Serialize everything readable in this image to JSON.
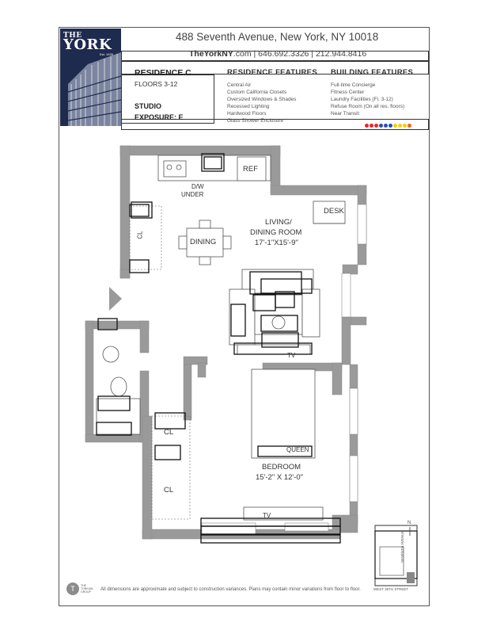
{
  "header": {
    "address": "488 Seventh Avenue, New York, NY 10018",
    "website": "TheYorkNY",
    "website_suffix": ".com",
    "phones": " | 646.692.3326 | 212.944.8416"
  },
  "logo": {
    "the": "THE",
    "name": "YORK",
    "est": "Est. 1926"
  },
  "unit": {
    "title": "RESIDENCE C",
    "floors": "FLOORS  3-12",
    "type": "STUDIO",
    "exposure": "EXPOSURE: E"
  },
  "residence_features": {
    "heading": "RESIDENCE FEATURES",
    "items": [
      "Central Air",
      "Custom California Closets",
      "Oversized Windows & Shades",
      "Recessed Lighting",
      "Hardwood Floors",
      "Glass Shower Enclosure"
    ]
  },
  "building_features": {
    "heading": "BUILDING FEATURES",
    "items": [
      "Full-time Concierge",
      "Fitness Center",
      "Laundry Facilities (Fl. 3-12)",
      "Refuse Room (On all res. floors)",
      "Near Transit:"
    ],
    "transit_colors": [
      "#e8262a",
      "#e8262a",
      "#e8262a",
      "#2850ad",
      "#2850ad",
      "#2850ad",
      "#fccc0a",
      "#fccc0a",
      "#fccc0a",
      "#ff6319"
    ]
  },
  "plan_labels": {
    "ref": "REF",
    "dw": "D/W",
    "under": "UNDER",
    "desk": "DESK",
    "living1": "LIVING/",
    "living2": "DINING ROOM",
    "living_dim": "17'-1\"X15'-9\"",
    "dining": "DINING",
    "cl1": "CL",
    "cl2": "CL",
    "cl3": "CL",
    "tv1": "TV",
    "tv2": "TV",
    "queen": "QUEEN",
    "bedroom": "BEDROOM",
    "bedroom_dim": "15'-2\" X 12'-0\""
  },
  "key_plan": {
    "north": "N",
    "avenue": "SEVENTH AVENUE",
    "street": "WEST 36TH STREET"
  },
  "footer": {
    "disclaimer": "All dimensions are approximate and subject to construction variances. Plans may contain minor variations from floor to floor.",
    "group1": "THE",
    "group2": "TORKIAN",
    "group3": "GROUP",
    "mark": "T"
  }
}
